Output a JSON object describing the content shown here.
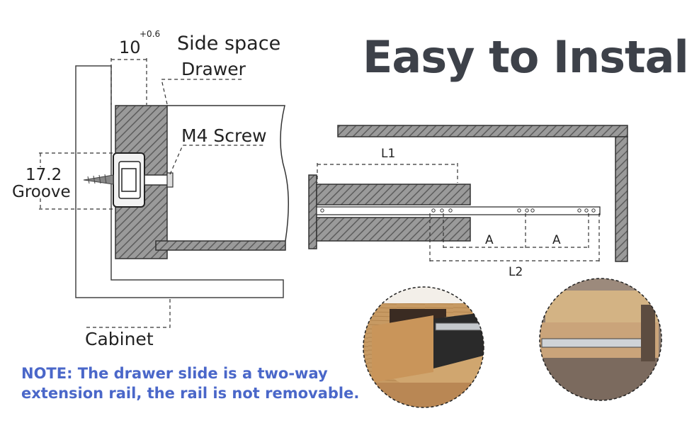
{
  "title": "Easy to Install",
  "cross_section": {
    "dimension_width": "10",
    "dimension_tolerance": "+0.6",
    "side_space": "Side space",
    "drawer": "Drawer",
    "screw": "M4 Screw",
    "groove_value": "17.2",
    "groove_label": "Groove",
    "cabinet": "Cabinet"
  },
  "side_view": {
    "l1": "L1",
    "l2": "L2",
    "a_left": "A",
    "a_right": "A"
  },
  "note": {
    "line1": "NOTE: The drawer slide is a two-way",
    "line2": "extension rail, the rail is not removable."
  },
  "colors": {
    "title": "#3d4149",
    "note": "#4a67c9",
    "hatch_fill": "#8a8a8a",
    "line": "#333333"
  }
}
